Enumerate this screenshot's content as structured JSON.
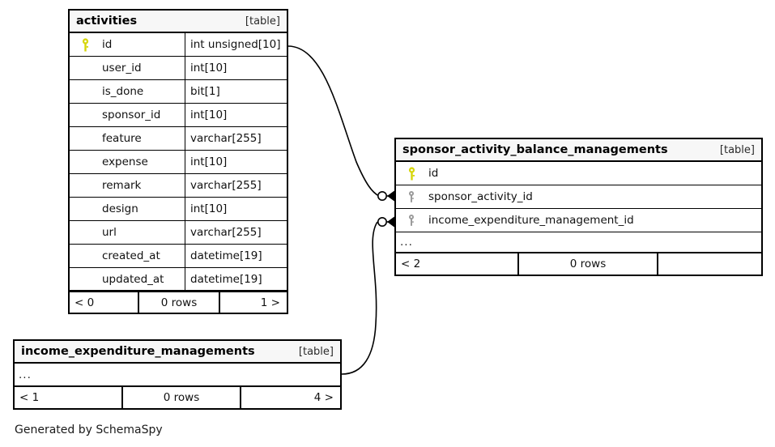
{
  "diagram": {
    "kind_label": "[table]",
    "caption": "Generated by SchemaSpy",
    "colors": {
      "primary_key_icon": "#d6d60a",
      "foreign_key_icon": "#9a9a9a",
      "header_background": "#f7f7f7",
      "border": "#000000",
      "background": "#ffffff"
    }
  },
  "tables": {
    "activities": {
      "name": "activities",
      "kind": "[table]",
      "columns": [
        {
          "key": "primary",
          "icon": "key-icon-primary",
          "name": "id",
          "type": "int unsigned[10]"
        },
        {
          "key": "none",
          "icon": "",
          "name": "user_id",
          "type": "int[10]"
        },
        {
          "key": "none",
          "icon": "",
          "name": "is_done",
          "type": "bit[1]"
        },
        {
          "key": "none",
          "icon": "",
          "name": "sponsor_id",
          "type": "int[10]"
        },
        {
          "key": "none",
          "icon": "",
          "name": "feature",
          "type": "varchar[255]"
        },
        {
          "key": "none",
          "icon": "",
          "name": "expense",
          "type": "int[10]"
        },
        {
          "key": "none",
          "icon": "",
          "name": "remark",
          "type": "varchar[255]"
        },
        {
          "key": "none",
          "icon": "",
          "name": "design",
          "type": "int[10]"
        },
        {
          "key": "none",
          "icon": "",
          "name": "url",
          "type": "varchar[255]"
        },
        {
          "key": "none",
          "icon": "",
          "name": "created_at",
          "type": "datetime[19]"
        },
        {
          "key": "none",
          "icon": "",
          "name": "updated_at",
          "type": "datetime[19]"
        }
      ],
      "footer": {
        "left": "< 0",
        "middle": "0 rows",
        "right": "1 >"
      }
    },
    "sponsor_activity_balance_managements": {
      "name": "sponsor_activity_balance_managements",
      "kind": "[table]",
      "columns": [
        {
          "key": "primary",
          "icon": "key-icon-primary",
          "name": "id"
        },
        {
          "key": "foreign",
          "icon": "key-icon-foreign",
          "name": "sponsor_activity_id"
        },
        {
          "key": "foreign",
          "icon": "key-icon-foreign",
          "name": "income_expenditure_management_id"
        }
      ],
      "more_indicator": "...",
      "footer": {
        "left": "< 2",
        "middle": "0 rows",
        "right": ""
      }
    },
    "income_expenditure_managements": {
      "name": "income_expenditure_managements",
      "kind": "[table]",
      "more_indicator": "...",
      "footer": {
        "left": "< 1",
        "middle": "0 rows",
        "right": "4 >"
      }
    }
  },
  "relationships": [
    {
      "name": "activities-id-to-sponsor-activity-id",
      "from_table": "activities",
      "from_column": "id",
      "to_table": "sponsor_activity_balance_managements",
      "to_column": "sponsor_activity_id",
      "notation": "crows-foot-zero-or-many"
    },
    {
      "name": "income-expenditure-to-sponsor-balance",
      "from_table": "income_expenditure_managements",
      "to_table": "sponsor_activity_balance_managements",
      "to_column": "income_expenditure_management_id",
      "notation": "crows-foot-zero-or-many"
    }
  ]
}
